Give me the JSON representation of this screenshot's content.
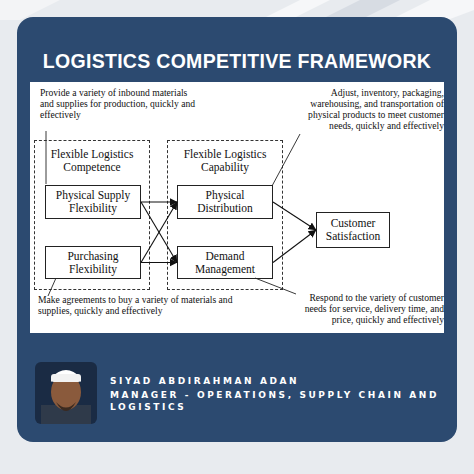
{
  "diagram": {
    "title": "LOGISTICS COMPETITIVE FRAMEWORK",
    "nodes": [
      {
        "text": [
          "Flexible Logistics Competence"
        ]
      },
      {
        "text": [
          "Physical Supply Flexibility"
        ],
        "in": 0
      },
      {
        "text": [
          "Purchasing Flexibility"
        ],
        "in": 0
      },
      {
        "text": [
          "Flexible Logistics Capability"
        ]
      },
      {
        "text": [
          "Physical Distribution"
        ],
        "in": 3
      },
      {
        "text": [
          "Demand Management"
        ],
        "in": 3
      },
      {
        "text": [
          "Customer Satisfaction"
        ]
      }
    ],
    "edges": [
      {
        "from": 1,
        "to": 4,
        "arrow": "to"
      },
      {
        "from": 1,
        "to": 5,
        "arrow": "to"
      },
      {
        "from": 2,
        "to": 4,
        "arrow": "to"
      },
      {
        "from": 2,
        "to": 5,
        "arrow": "to"
      },
      {
        "from": 4,
        "to": 6,
        "arrow": "to"
      },
      {
        "from": 5,
        "to": 6,
        "arrow": "to"
      }
    ],
    "labels": [
      "Provide a variety of inbound materials and supplies for production, quickly and effectively",
      "Adjust, inventory, packaging, warehousing, and transportation of physical products to meet customer needs, quickly and effectively",
      "Make agreements to buy a variety of materials and supplies, quickly and effectively",
      "Respond to the variety of customer needs for service, delivery time, and price, quickly and effectively",
      "SIYAD ABDIRAHMAN ADAN",
      "MANAGER - OPERATIONS, SUPPLY CHAIN AND LOGISTICS"
    ]
  }
}
